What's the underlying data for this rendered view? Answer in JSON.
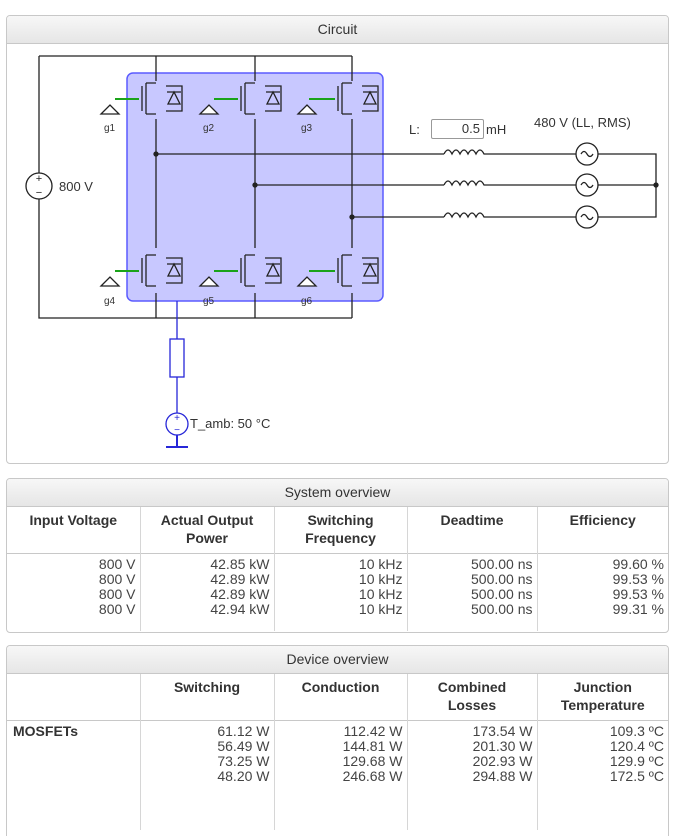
{
  "circuit": {
    "title": "Circuit",
    "dc_source_label": "800 V",
    "gate_labels": [
      "g1",
      "g2",
      "g3",
      "g4",
      "g5",
      "g6"
    ],
    "inductor_label": "L:",
    "inductor_value": "0.5",
    "inductor_unit": "mH",
    "load_label": "480 V (LL, RMS)",
    "ambient_label": "T_amb: 50 °C",
    "module_color": "#c8c8ff",
    "gate_color": "#1aa31a"
  },
  "system_overview": {
    "title": "System overview",
    "columns": [
      "Input Voltage",
      "Actual Output Power",
      "Switching Frequency",
      "Deadtime",
      "Efficiency"
    ],
    "rows": [
      [
        "800 V",
        "42.85 kW",
        "10 kHz",
        "500.00 ns",
        "99.60 %"
      ],
      [
        "800 V",
        "42.89 kW",
        "10 kHz",
        "500.00 ns",
        "99.53 %"
      ],
      [
        "800 V",
        "42.89 kW",
        "10 kHz",
        "500.00 ns",
        "99.53 %"
      ],
      [
        "800 V",
        "42.94 kW",
        "10 kHz",
        "500.00 ns",
        "99.31 %"
      ]
    ]
  },
  "device_overview": {
    "title": "Device overview",
    "columns": [
      "",
      "Switching",
      "Conduction",
      "Combined Losses",
      "Junction Temperature"
    ],
    "row_label": "MOSFETs",
    "switching": [
      "61.12 W",
      "56.49 W",
      "73.25 W",
      "48.20 W"
    ],
    "conduction": [
      "112.42 W",
      "144.81 W",
      "129.68 W",
      "246.68 W"
    ],
    "combined": [
      "173.54 W",
      "201.30 W",
      "202.93 W",
      "294.88 W"
    ],
    "junction": [
      "109.3 ºC",
      "120.4 ºC",
      "129.9 ºC",
      "172.5 ºC"
    ]
  }
}
